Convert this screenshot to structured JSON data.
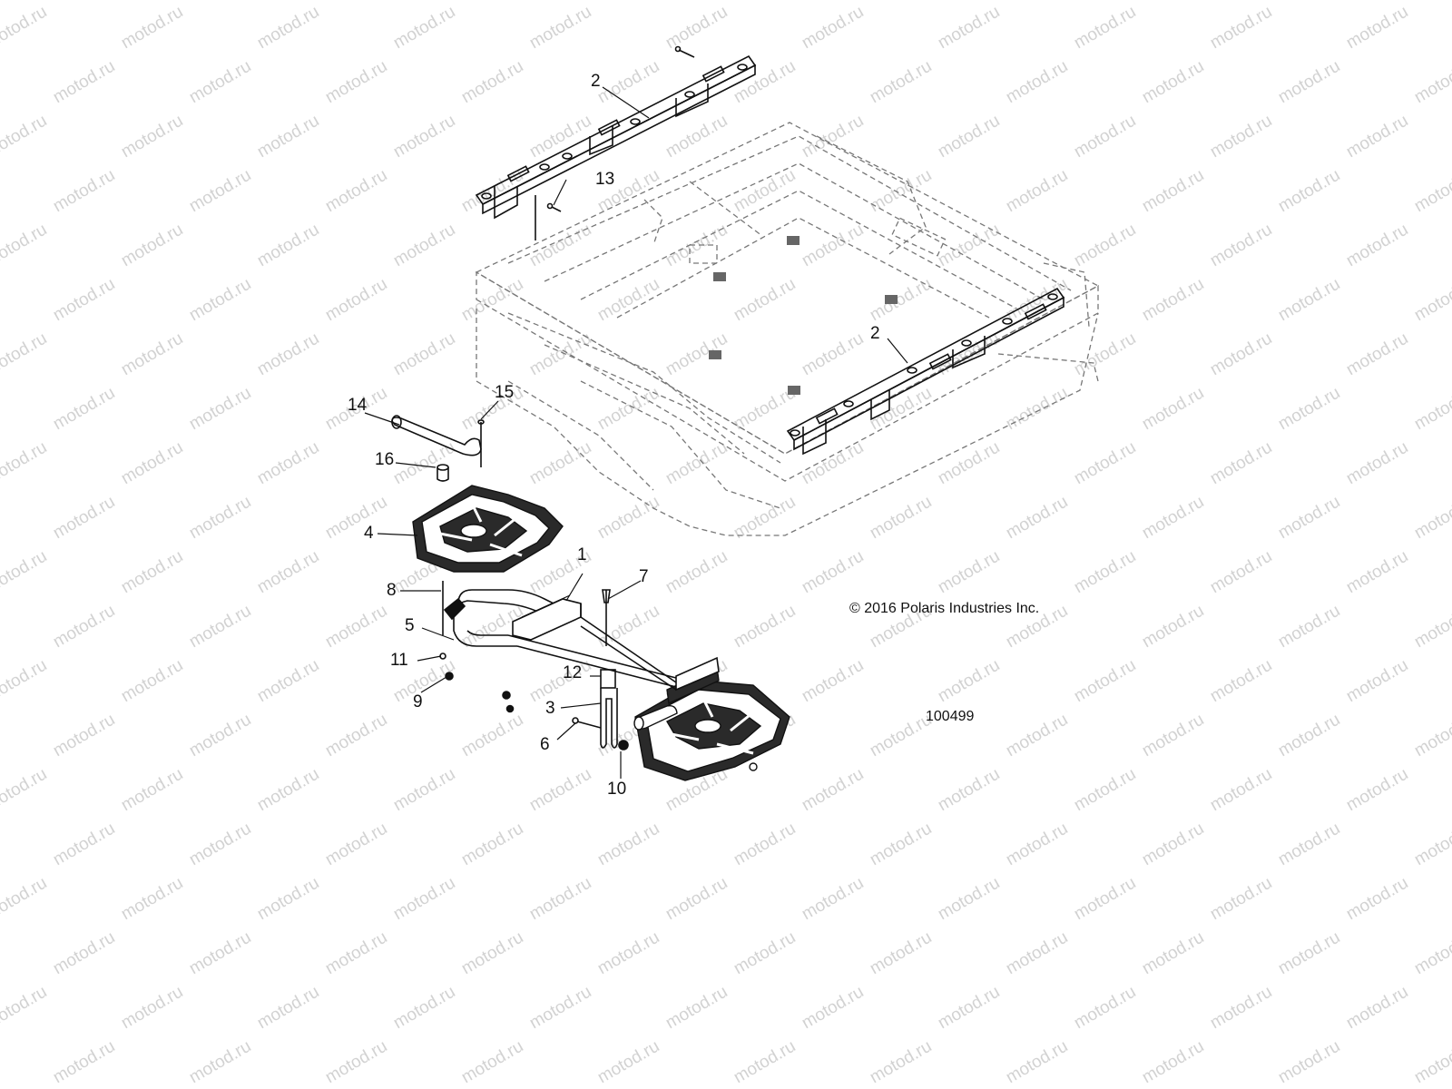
{
  "watermark": "motod.ru",
  "copyright": "© 2016 Polaris Industries Inc.",
  "figure_id": "100499",
  "callouts": [
    "1",
    "2",
    "2",
    "3",
    "4",
    "5",
    "6",
    "7",
    "8",
    "9",
    "10",
    "11",
    "12",
    "13",
    "14",
    "15",
    "16"
  ]
}
